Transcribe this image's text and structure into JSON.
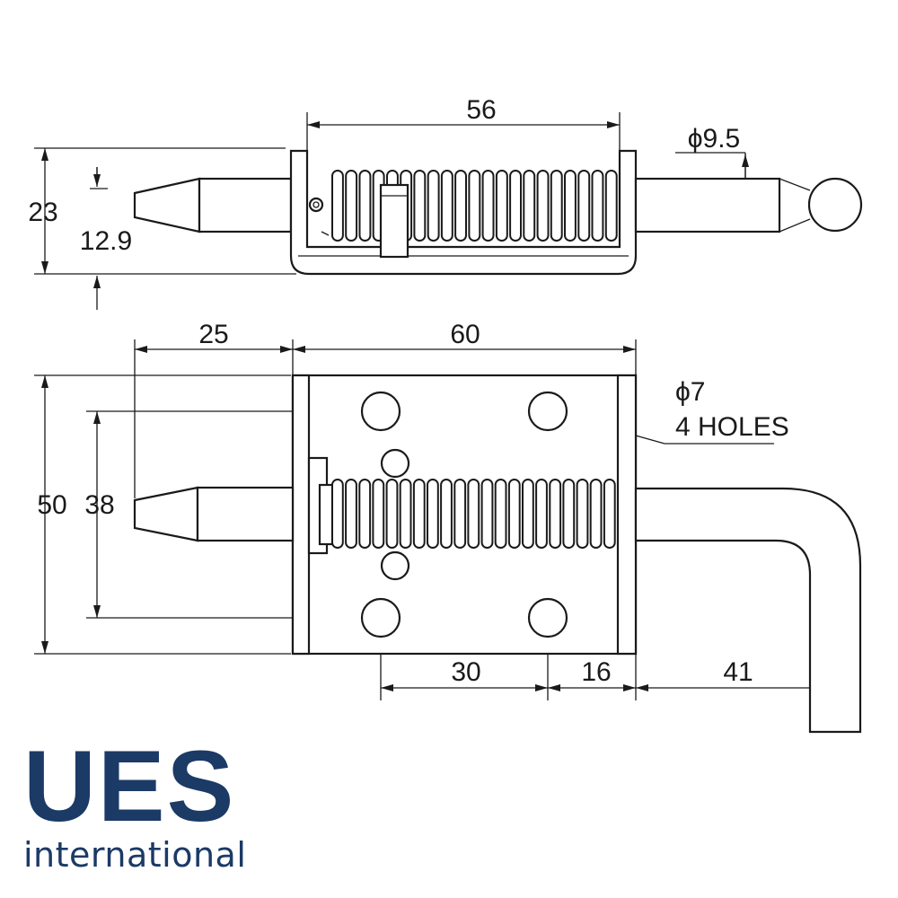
{
  "drawing": {
    "top_view": {
      "dim_width": "56",
      "dim_height": "23",
      "dim_pin_height": "12.9",
      "dim_pin_diameter": "ϕ9.5"
    },
    "front_view": {
      "dim_left": "25",
      "dim_width": "60",
      "dim_height": "50",
      "dim_hole_spacing_v": "38",
      "dim_hole_spacing_h": "30",
      "dim_hole_offset": "16",
      "dim_handle": "41",
      "hole_note_line1": "ϕ7",
      "hole_note_line2": "4 HOLES"
    }
  },
  "logo": {
    "mark": "UES",
    "subtitle": "international",
    "color": "#1b3a66"
  }
}
